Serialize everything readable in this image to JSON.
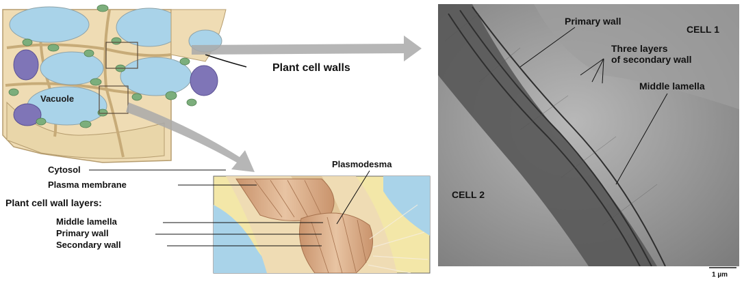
{
  "cells_panel": {
    "vacuole_label": "Vacuole",
    "cell_walls_label": "Plant cell walls"
  },
  "detail_panel": {
    "plasmodesma_label": "Plasmodesma",
    "cytosol_label": "Cytosol",
    "plasma_membrane_label": "Plasma membrane",
    "layers_heading": "Plant cell wall layers:",
    "middle_lamella_label": "Middle lamella",
    "primary_wall_label": "Primary wall",
    "secondary_wall_label": "Secondary wall"
  },
  "micrograph": {
    "primary_wall_label": "Primary wall",
    "cell1_label": "CELL 1",
    "three_layers_line1": "Three layers",
    "three_layers_line2": "of secondary wall",
    "middle_lamella_label": "Middle lamella",
    "cell2_label": "CELL 2",
    "scale_label": "1 µm"
  },
  "colors": {
    "vacuole": "#a9d3e9",
    "wall": "#efdcb4",
    "cytosol": "#f3e7a8",
    "chloroplast": "#7cae7c",
    "nucleus": "#7f75b7",
    "plasmodesma": "#dcae8a",
    "micrograph_dark": "#3b3b3b"
  }
}
